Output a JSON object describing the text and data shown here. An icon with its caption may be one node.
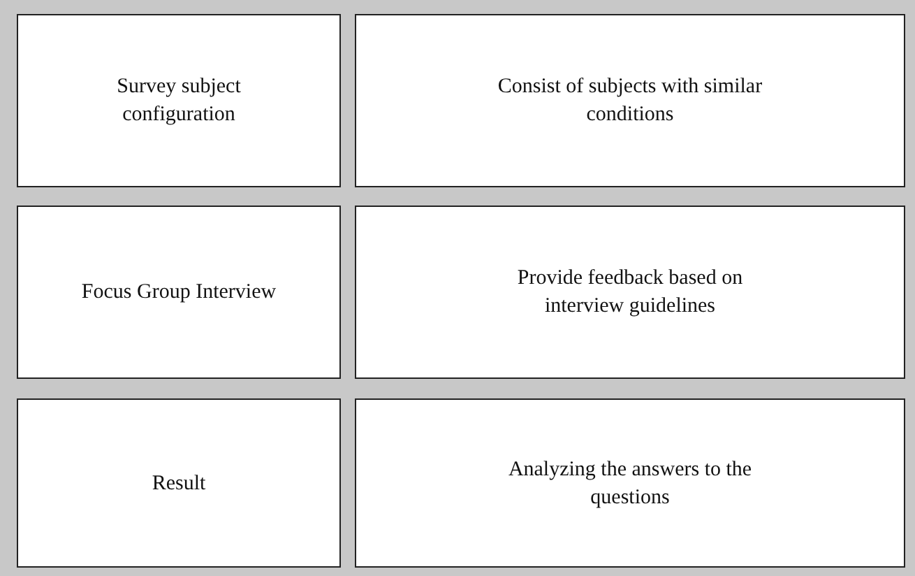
{
  "diagram": {
    "nodes": [
      {
        "text": [
          "Survey subject configuration"
        ]
      },
      {
        "text": [
          "Consist of subjects with similar conditions"
        ]
      },
      {
        "text": [
          "Focus Group Interview"
        ]
      },
      {
        "text": [
          "Provide feedback based on interview guidelines"
        ]
      },
      {
        "text": [
          "Result"
        ]
      },
      {
        "text": [
          "Analyzing the answers to the questions"
        ]
      }
    ]
  }
}
